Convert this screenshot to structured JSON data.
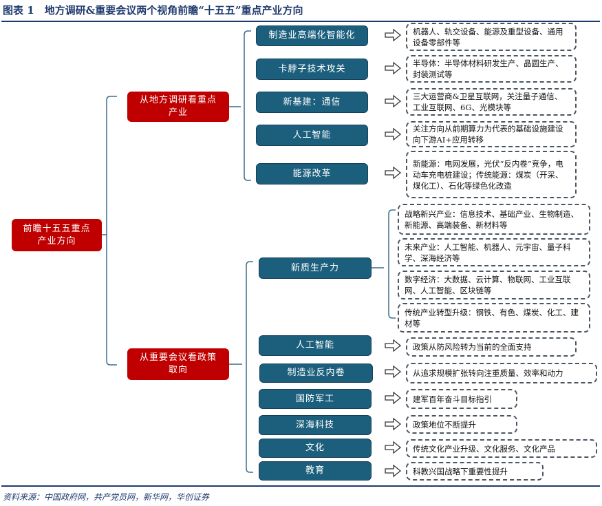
{
  "title": "图表 1　地方调研&重要会议两个视角前瞻“十五五”重点产业方向",
  "root": "前瞻十五五重点产业方向",
  "branches": [
    {
      "label": "从地方调研看重点产业",
      "items": [
        {
          "label": "制造业高端化智能化",
          "detail": "机器人、轨交设备、能源及重型设备、通用设备零部件等"
        },
        {
          "label": "卡脖子技术攻关",
          "detail": "半导体：半导体材料研发生产、晶圆生产、封装测试等"
        },
        {
          "label": "新基建：通信",
          "detail": "三大运营商&卫星互联网，关注量子通信、工业互联网、6G、光模块等"
        },
        {
          "label": "人工智能",
          "detail": "关注方向从前期算力为代表的基础设施建设向下游AI+应用转移"
        },
        {
          "label": "能源改革",
          "detail": "新能源：电网发展，光伏“反内卷”竞争，电动车充电桩建设；传统能源：煤炭（开采、煤化工）、石化等绿色化改造"
        }
      ]
    },
    {
      "label": "从重要会议看政策取向",
      "items": [
        {
          "label": "新质生产力",
          "details": [
            "战略新兴产业：信息技术、基础产业、生物制造、新能源、高端装备、新材料等",
            "未来产业：人工智能、机器人、元宇宙、量子科学、深海经济等",
            "数字经济：大数据、云计算、物联网、工业互联网、人工智能、区块链等",
            "传统产业转型升级：钢铁、有色、煤炭、化工、建材等"
          ]
        },
        {
          "label": "人工智能",
          "detail": "政策从防风险转为当前的全面支持"
        },
        {
          "label": "制造业反内卷",
          "detail": "从追求规模扩张转向注重质量、效率和动力"
        },
        {
          "label": "国防军工",
          "detail": "建军百年奋斗目标指引"
        },
        {
          "label": "深海科技",
          "detail": "政策地位不断提升"
        },
        {
          "label": "文化",
          "detail": "传统文化产业升级、文化服务、文化产品"
        },
        {
          "label": "教育",
          "detail": "科教兴国战略下重要性提升"
        }
      ]
    }
  ],
  "source": "资料来源：中国政府网，共产党员网，新华网，华创证券"
}
